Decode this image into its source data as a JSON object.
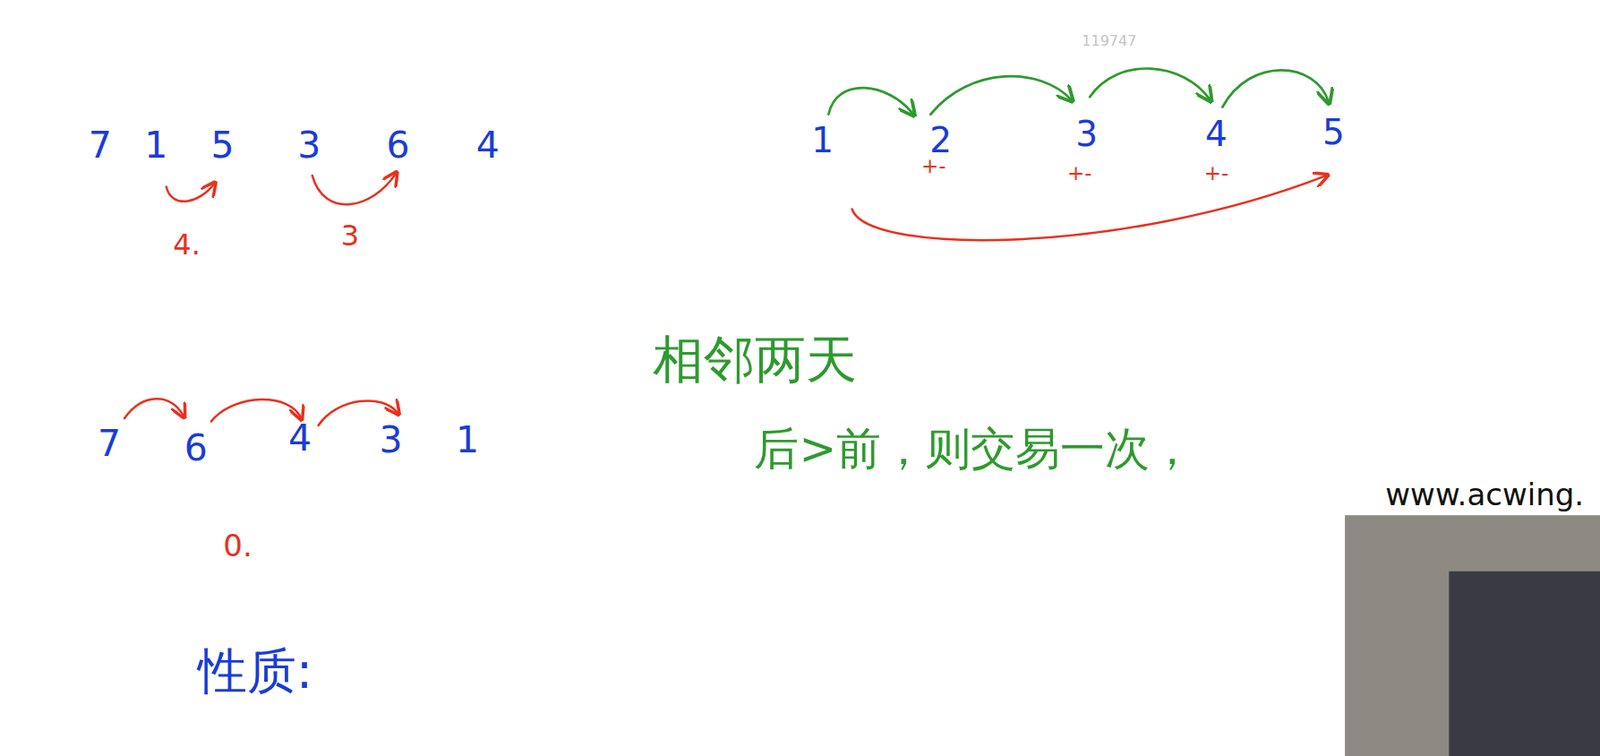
{
  "diagram": {
    "labels": [
      "119747",
      "7",
      "1",
      "5",
      "3",
      "6",
      "4",
      "4.",
      "3",
      "1",
      "2",
      "3",
      "4",
      "5",
      "+-",
      "+-",
      "+-",
      "7",
      "6",
      "4",
      "3",
      "1",
      "0.",
      "性质:",
      "相邻两天",
      "后>前，则交易一次，",
      "www.acwing."
    ]
  }
}
